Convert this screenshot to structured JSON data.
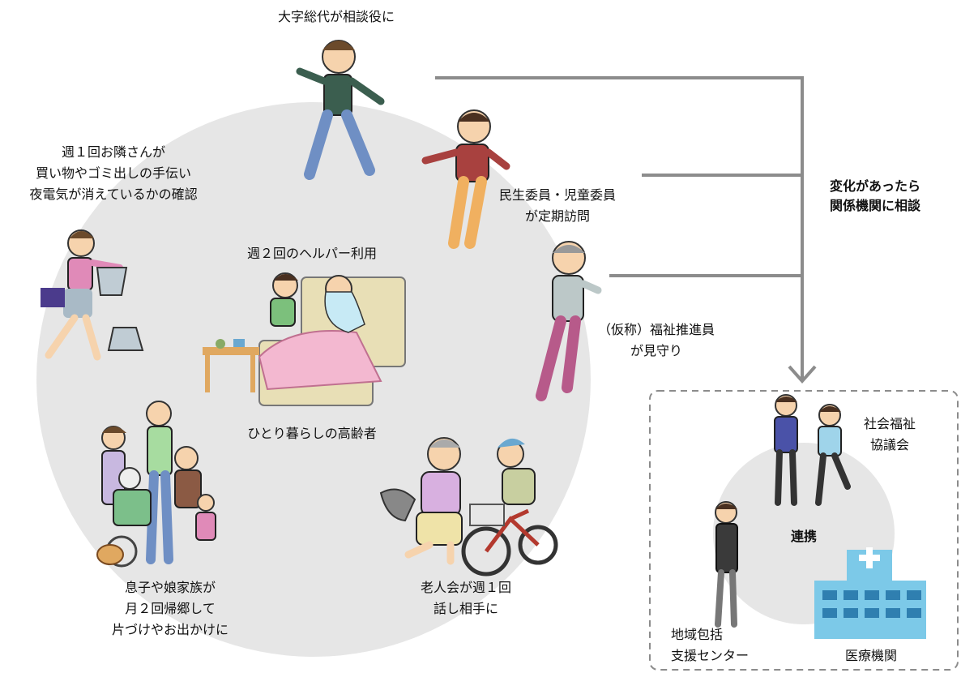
{
  "labels": {
    "oaza": "大字総代が相談役に",
    "neighbor": [
      "週１回お隣さんが",
      "買い物やゴミ出しの手伝い",
      "夜電気が消えているかの確認"
    ],
    "minsei": [
      "民生委員・児童委員",
      "が定期訪問"
    ],
    "helper": "週２回のヘルパー利用",
    "elderly": "ひとり暮らしの高齢者",
    "suishin": [
      "（仮称）福祉推進員",
      "が見守り"
    ],
    "family": [
      "息子や娘家族が",
      "月２回帰郷して",
      "片づけやお出かけに"
    ],
    "roujin": [
      "老人会が週１回",
      "話し相手に"
    ],
    "consult": [
      "変化があったら",
      "関係機関に相談"
    ],
    "shakyo": [
      "社会福祉",
      "協議会"
    ],
    "renkei": "連携",
    "chiiki": [
      "地域包括",
      "支援センター"
    ],
    "iryo": "医療機関"
  },
  "colors": {
    "circle": "#e6e6e6",
    "connector": "#8c8c8c",
    "dashed_box": "#8c8c8c",
    "hospital": "#7cc9e8"
  }
}
